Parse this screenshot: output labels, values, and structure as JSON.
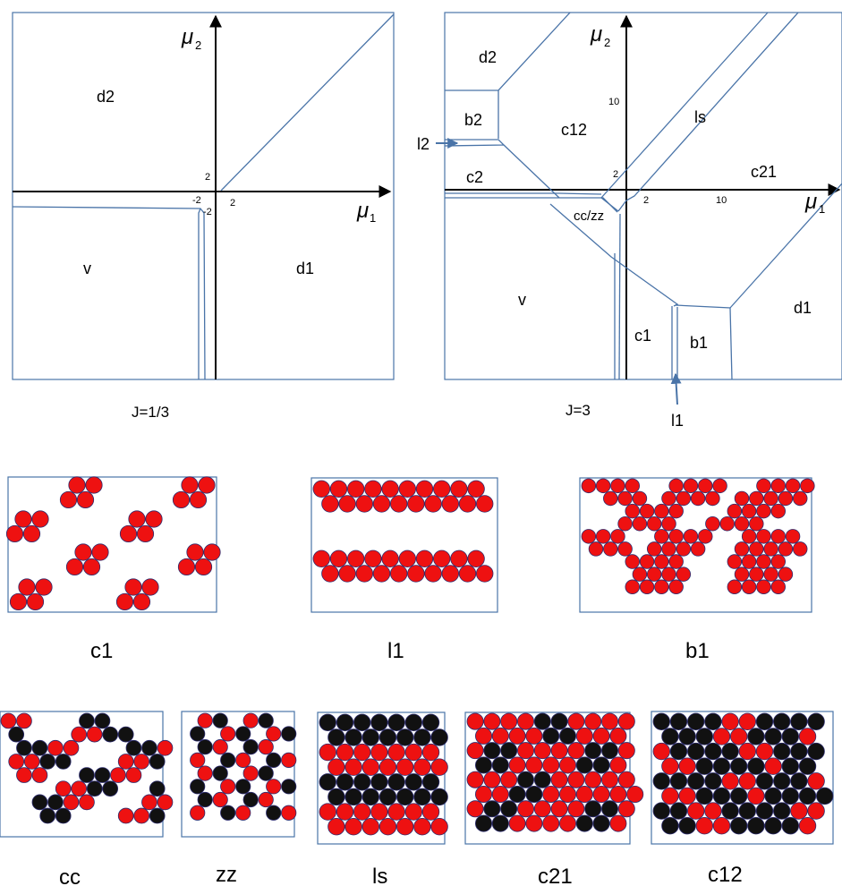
{
  "phase_diagrams": [
    {
      "caption": "J=1/3",
      "axis_x": "μ",
      "axis_x_sub": "1",
      "axis_y": "μ",
      "axis_y_sub": "2",
      "ticks": {
        "x_pos": "2",
        "x_neg": "-2",
        "y_pos": "2",
        "y_neg": "-2"
      },
      "regions": {
        "d2": "d2",
        "v": "v",
        "d1": "d1"
      }
    },
    {
      "caption": "J=3",
      "axis_x": "μ",
      "axis_x_sub": "1",
      "axis_y": "μ",
      "axis_y_sub": "2",
      "ticks": {
        "x2": "2",
        "x10": "10",
        "y2": "2",
        "y10": "10"
      },
      "regions": {
        "d2": "d2",
        "b2": "b2",
        "c2": "c2",
        "c12": "c12",
        "ls": "ls",
        "c21": "c21",
        "cczz": "cc/zz",
        "v": "v",
        "c1": "c1",
        "b1": "b1",
        "d1": "d1"
      },
      "arrows": {
        "l2": "l2",
        "l1": "l1"
      }
    }
  ],
  "configurations_row1": [
    "c1",
    "l1",
    "b1"
  ],
  "configurations_row2": [
    "cc",
    "zz",
    "ls",
    "c21",
    "c12"
  ],
  "colors": {
    "line": "#4a74a8",
    "red": "#ee1111",
    "black": "#111111",
    "disk_edge": "#2c2c6e"
  }
}
